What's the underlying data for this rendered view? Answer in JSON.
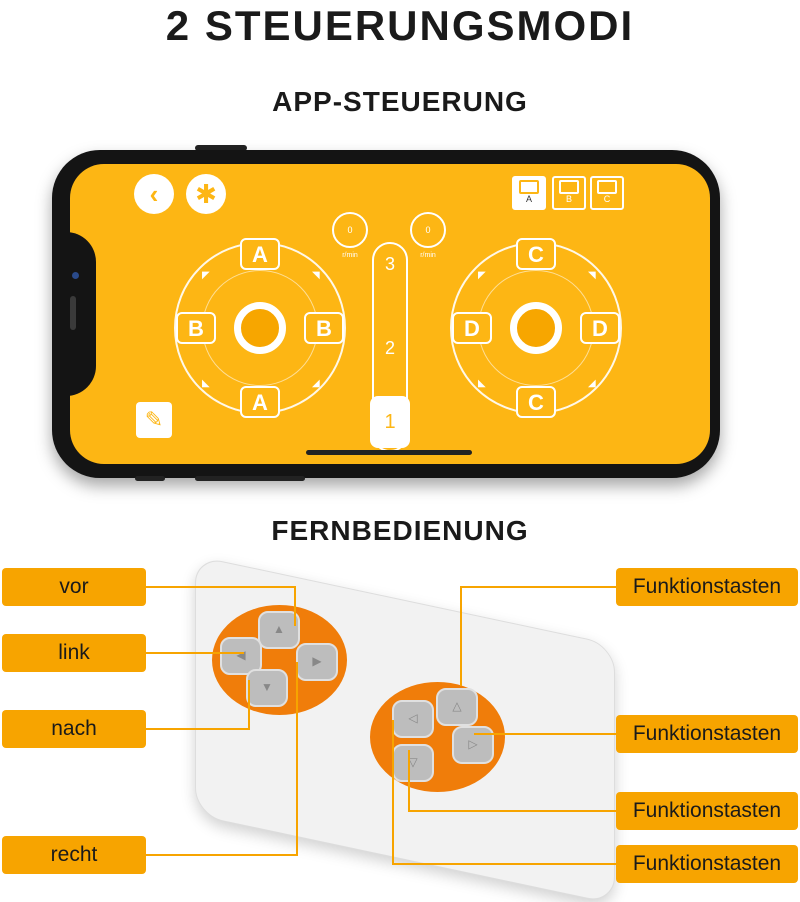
{
  "title": "2 STEUERUNGSMODI",
  "app_section": {
    "heading": "APP-STEUERUNG",
    "screen": {
      "background": "#fdb614",
      "back_icon": "‹",
      "bluetooth_icon": "✱",
      "modes": [
        "A",
        "B",
        "C"
      ],
      "active_mode": "A",
      "left_gauge": {
        "value": "0",
        "unit": "r/min"
      },
      "right_gauge": {
        "value": "0",
        "unit": "r/min"
      },
      "speed_levels": [
        "3",
        "2",
        "1"
      ],
      "selected_speed": "1",
      "left_joystick": {
        "top": "A",
        "bottom": "A",
        "left": "B",
        "right": "B"
      },
      "right_joystick": {
        "top": "C",
        "bottom": "C",
        "left": "D",
        "right": "D"
      },
      "settings_icon": "wrench-icon"
    }
  },
  "remote_section": {
    "heading": "FERNBEDIENUNG",
    "accent": "#f7a400",
    "pad_color": "#f07d0a",
    "left_labels": [
      "vor",
      "link",
      "nach",
      "recht"
    ],
    "right_labels": [
      "Funktionstasten",
      "Funktionstasten",
      "Funktionstasten",
      "Funktionstasten"
    ]
  }
}
